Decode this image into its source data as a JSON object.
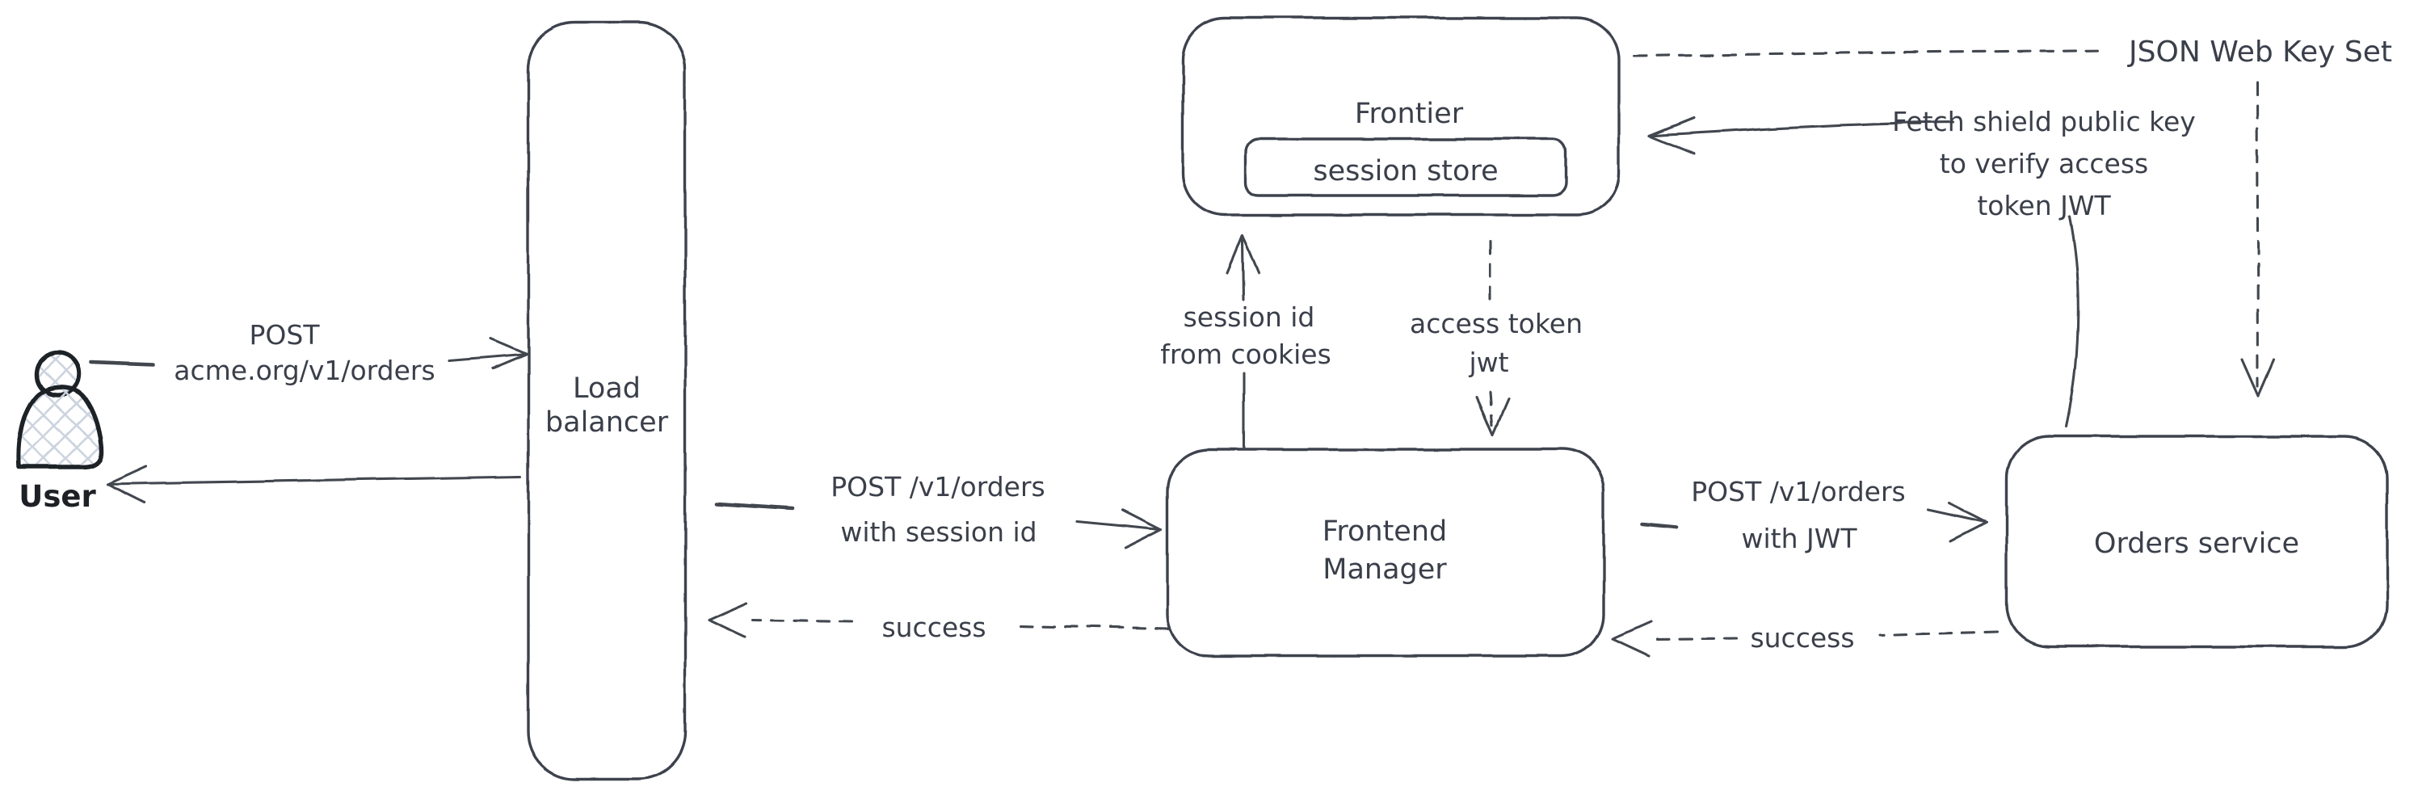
{
  "diagram": {
    "title_hint": "session and JWT auth flow",
    "colors": {
      "background": "#ffffff",
      "stroke": "#3d434e",
      "text": "#3a3f4a",
      "user_stroke": "#1d2025",
      "crosshatch": "#ccd4df"
    },
    "actors": {
      "user": {
        "label": "User",
        "icon": "person-icon"
      }
    },
    "nodes": {
      "load_balancer": {
        "line1": "Load",
        "line2": "balancer"
      },
      "frontier": {
        "label": "Frontier"
      },
      "session_store": {
        "label": "session store"
      },
      "frontend_manager": {
        "line1": "Frontend",
        "line2": "Manager"
      },
      "orders_service": {
        "label": "Orders service"
      }
    },
    "edges": {
      "user_to_lb": {
        "line1": "POST",
        "line2": "acme.org/v1/orders",
        "style": "solid"
      },
      "lb_to_user": {
        "style": "solid"
      },
      "lb_to_fm": {
        "line1": "POST /v1/orders",
        "line2": "with session id",
        "style": "solid"
      },
      "fm_to_lb": {
        "label": "success",
        "style": "dashed"
      },
      "fm_to_frontier": {
        "line1": "session id",
        "line2": "from cookies",
        "style": "solid"
      },
      "frontier_to_fm": {
        "line1": "access token",
        "line2": "jwt",
        "style": "dashed"
      },
      "fm_to_orders": {
        "line1": "POST /v1/orders",
        "line2": "with JWT",
        "style": "solid"
      },
      "orders_to_fm": {
        "label": "success",
        "style": "dashed"
      },
      "frontier_jwks": {
        "label": "JSON Web Key Set",
        "style": "dashed"
      },
      "orders_fetch_key": {
        "line1": "Fetch shield public key",
        "line2": "to verify access",
        "line3": "token JWT",
        "style": "solid"
      }
    }
  }
}
